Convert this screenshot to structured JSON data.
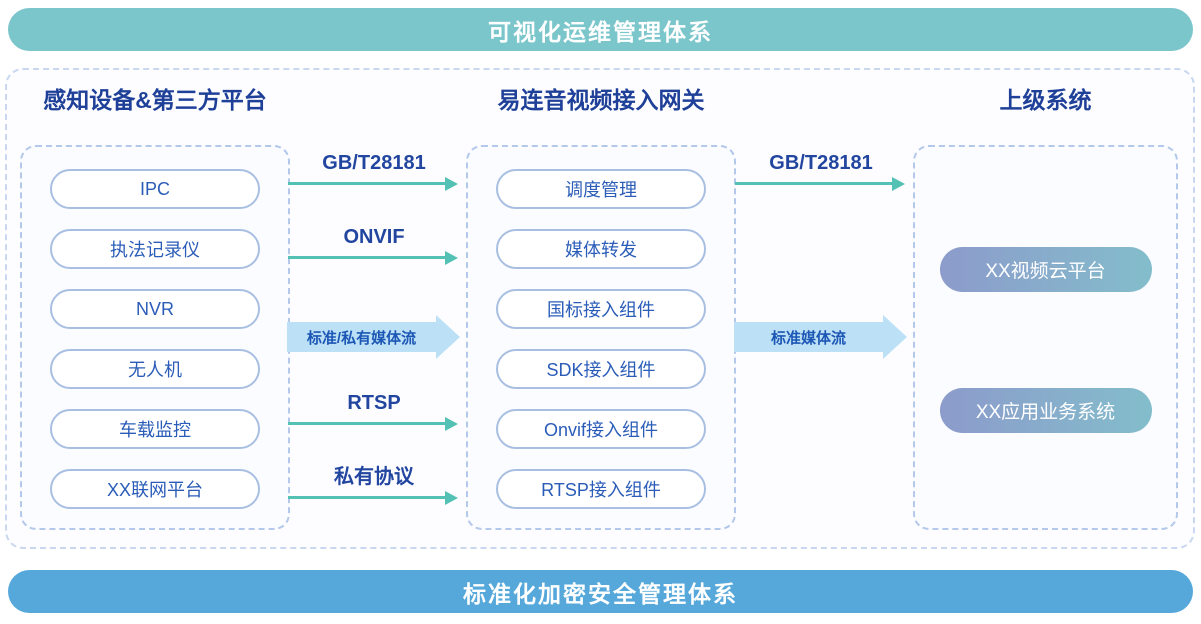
{
  "banners": {
    "top": "可视化运维管理体系",
    "bottom": "标准化加密安全管理体系"
  },
  "columns": [
    {
      "title": "感知设备&第三方平台",
      "items": [
        "IPC",
        "执法记录仪",
        "NVR",
        "无人机",
        "车载监控",
        "XX联网平台"
      ]
    },
    {
      "title": "易连音视频接入网关",
      "items": [
        "调度管理",
        "媒体转发",
        "国标接入组件",
        "SDK接入组件",
        "Onvif接入组件",
        "RTSP接入组件"
      ]
    },
    {
      "title": "上级系统",
      "items": [
        "XX视频云平台",
        "XX应用业务系统"
      ]
    }
  ],
  "flows": {
    "left": [
      {
        "label": "GB/T28181",
        "type": "line-arrow"
      },
      {
        "label": "ONVIF",
        "type": "line-arrow"
      },
      {
        "label": "标准/私有媒体流",
        "type": "block-arrow"
      },
      {
        "label": "RTSP",
        "type": "line-arrow"
      },
      {
        "label": "私有协议",
        "type": "line-arrow"
      }
    ],
    "right": [
      {
        "label": "GB/T28181",
        "type": "line-arrow"
      },
      {
        "label": "标准媒体流",
        "type": "block-arrow"
      }
    ]
  },
  "colors": {
    "top_banner": "#7BC6CB",
    "bottom_banner": "#56A8DB",
    "heading_text": "#1F4098",
    "pill_text": "#2A5CB8",
    "pill_border": "#A9BFE2",
    "dashed_border": "#B3C8EA",
    "arrow_teal": "#54C1B5",
    "block_arrow_fill": "#BCE1F6",
    "block_arrow_text": "#1D57B5",
    "gradient_pill_start": "#8C9BCB",
    "gradient_pill_end": "#83BDCB"
  }
}
